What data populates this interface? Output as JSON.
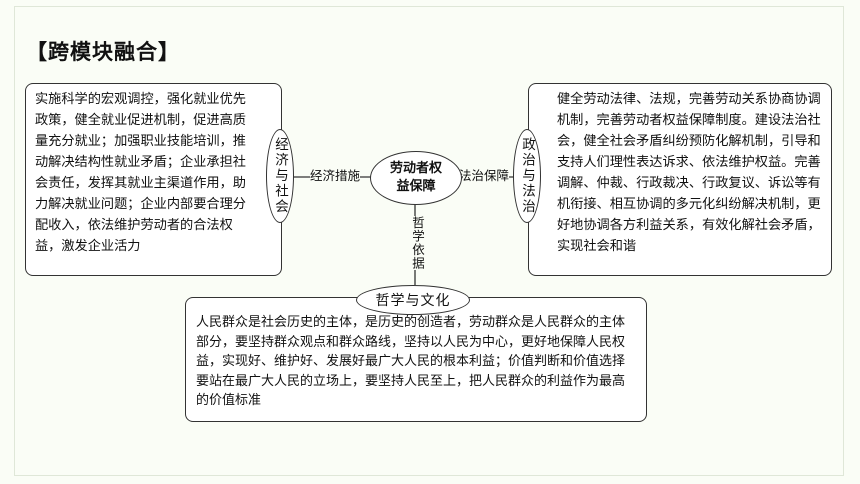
{
  "title": "【跨模块融合】",
  "center": {
    "text": "劳动者权益保障"
  },
  "left": {
    "module": "经济与社会",
    "edge": "经济措施",
    "text": "实施科学的宏观调控，强化就业优先政策，健全就业促进机制，促进高质量充分就业；加强职业技能培训，推动解决结构性就业矛盾；企业承担社会责任，发挥其就业主渠道作用，助力解决就业问题；企业内部要合理分配收入，依法维护劳动者的合法权益，激发企业活力"
  },
  "right": {
    "module": "政治与法治",
    "edge": "法治保障",
    "text": "健全劳动法律、法规，完善劳动关系协商协调机制，完善劳动者权益保障制度。建设法治社会，健全社会矛盾纠纷预防化解机制，引导和支持人们理性表达诉求、依法维护权益。完善调解、仲裁、行政裁决、行政复议、诉讼等有机衔接、相互协调的多元化纠纷解决机制，更好地协调各方利益关系，有效化解社会矛盾，实现社会和谐"
  },
  "bottom": {
    "module": "哲学与文化",
    "edge": "哲学依据",
    "text": "人民群众是社会历史的主体，是历史的创造者，劳动群众是人民群众的主体部分，要坚持群众观点和群众路线，坚持以人民为中心，更好地保障人民权益，实现好、维护好、发展好最广大人民的根本利益；价值判断和价值选择要站在最广大人民的立场上，要坚持人民至上，把人民群众的利益作为最高的价值标准"
  }
}
